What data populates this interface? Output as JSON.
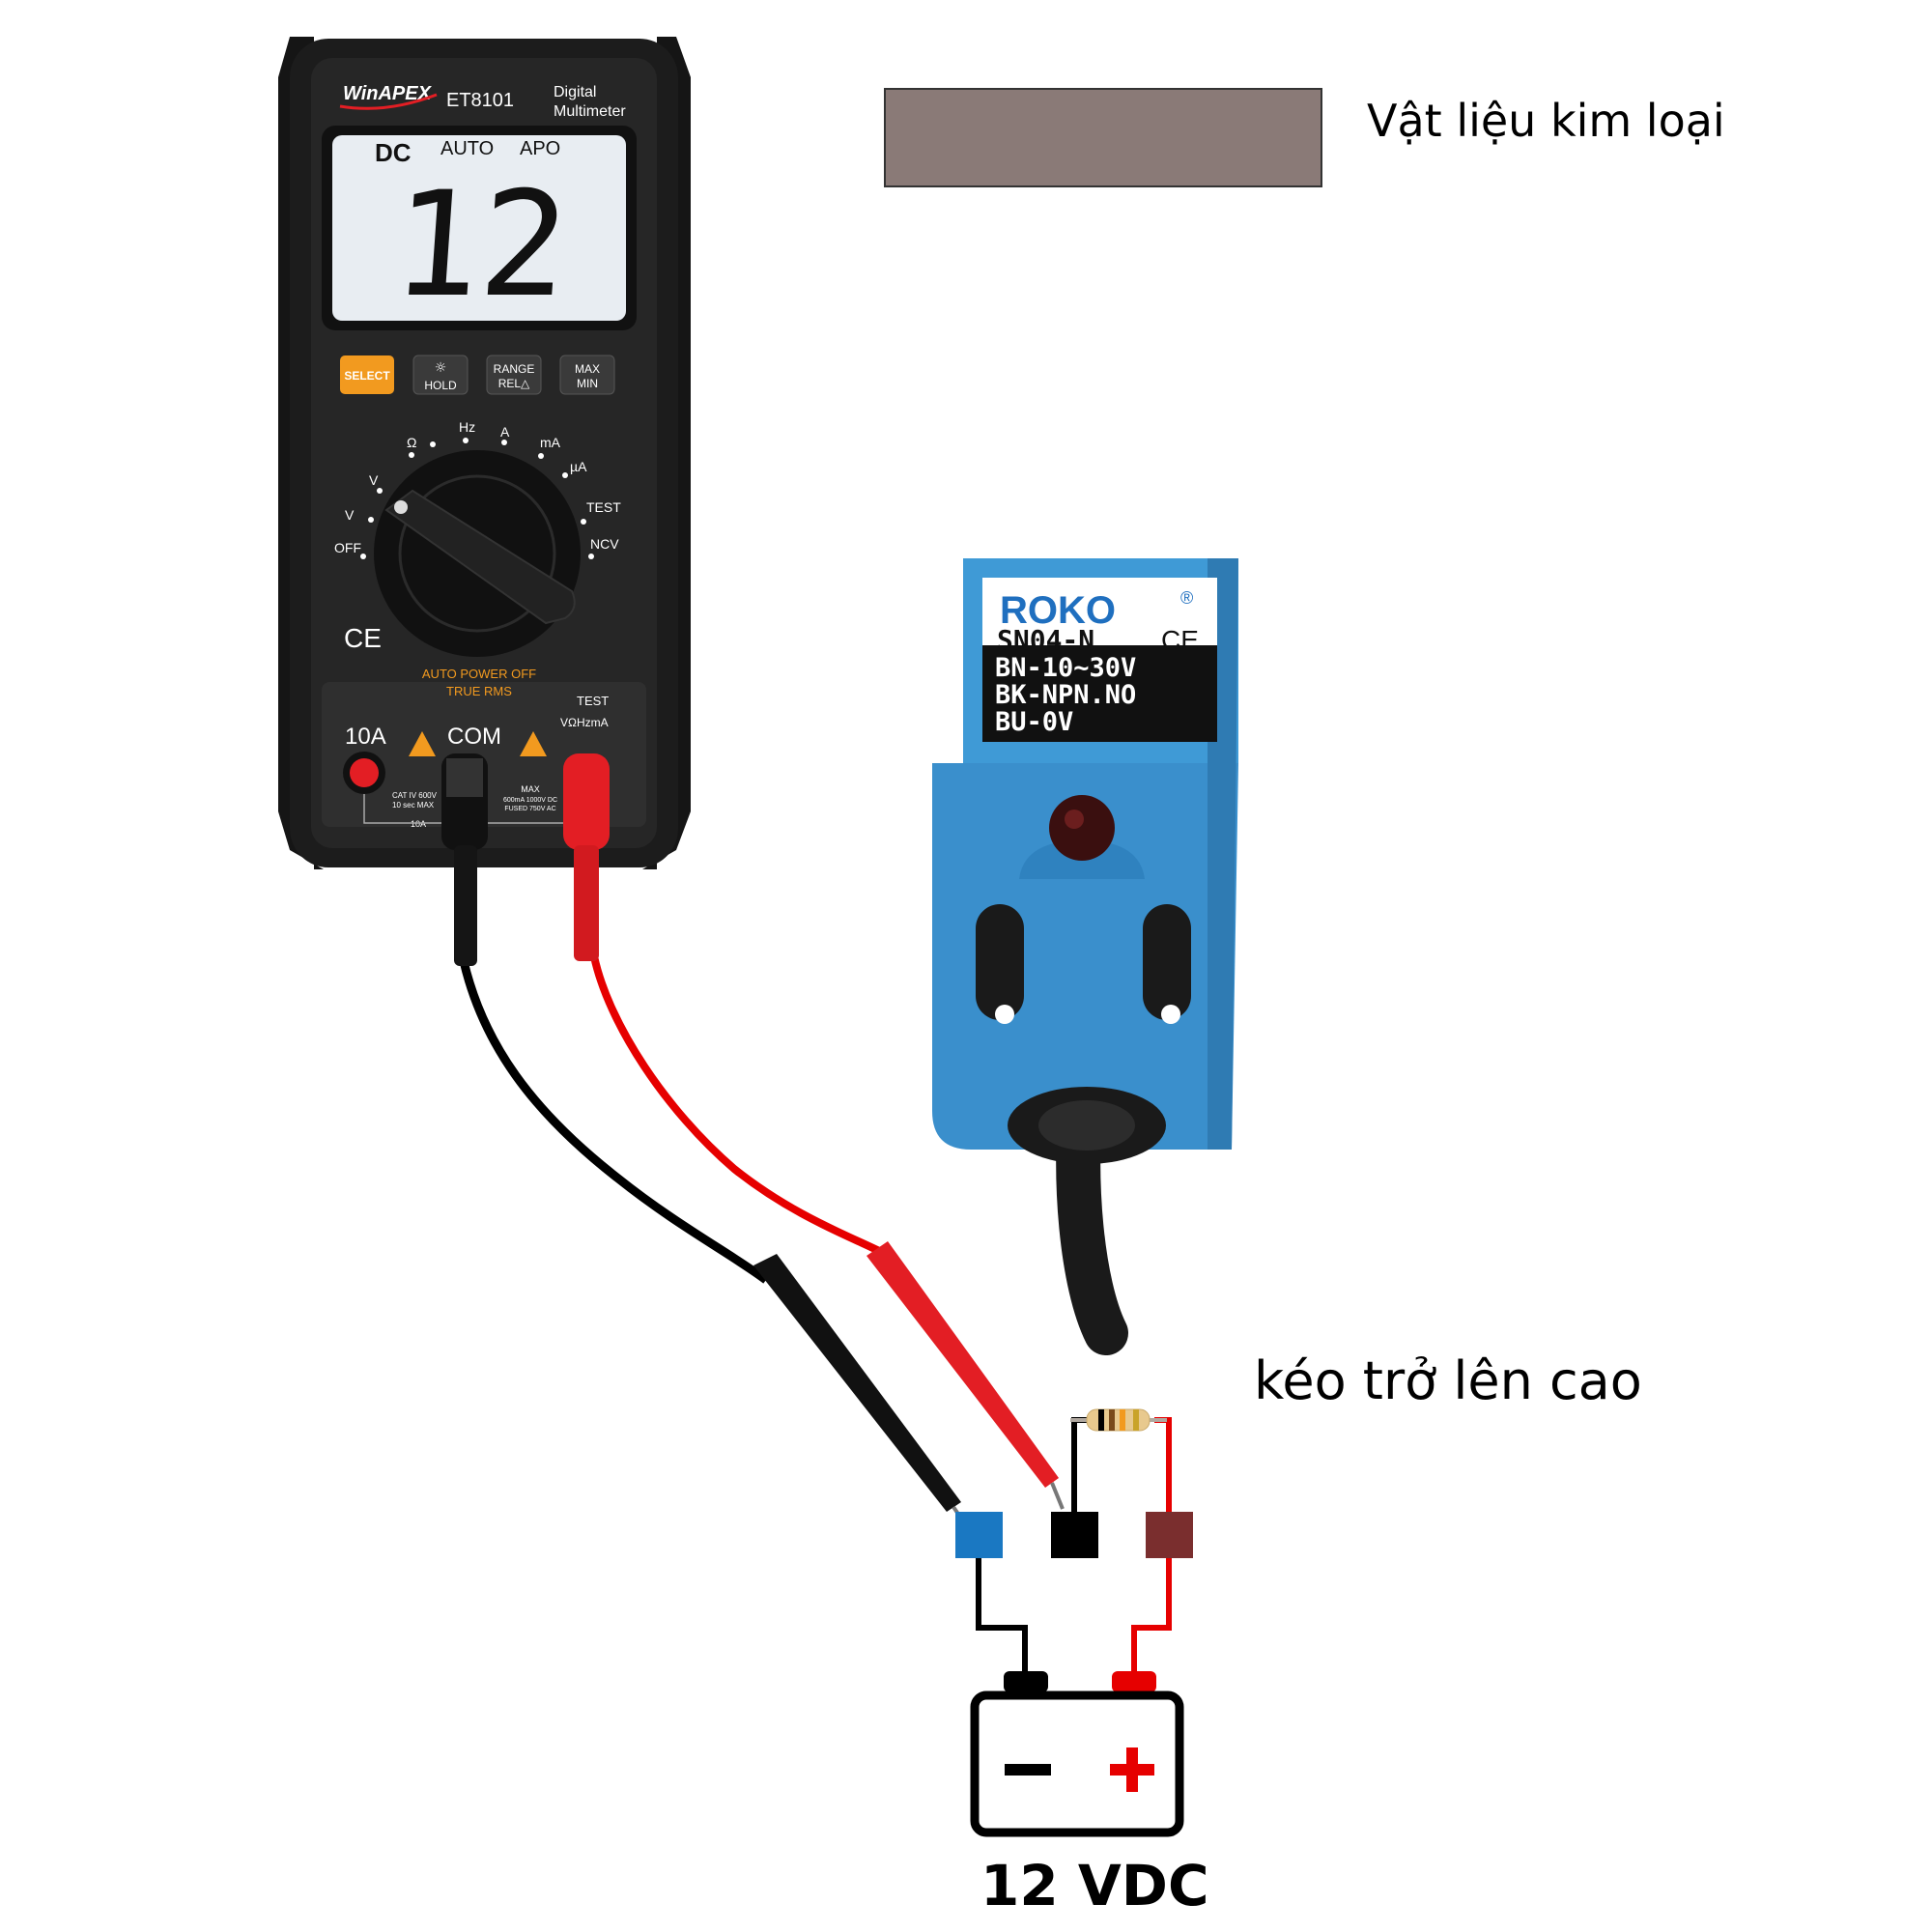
{
  "labels": {
    "material": "Vật liệu kim loại",
    "pullup": "kéo trở lên cao",
    "supply": "12 VDC"
  },
  "multimeter": {
    "brand": "WinAPEX",
    "model": "ET8101",
    "title_line1": "Digital",
    "title_line2": "Multimeter",
    "mode": "DC",
    "auto": "AUTO",
    "apo": "APO",
    "reading": "12",
    "btn_select": "SELECT",
    "btn_hold": "HOLD",
    "btn_range": "RANGE",
    "btn_rel": "REL△",
    "btn_max": "MAX",
    "btn_min": "MIN",
    "dial_hz": "Hz",
    "dial_a": "A",
    "dial_ma": "mA",
    "dial_ua": "µA",
    "dial_ohm": "Ω",
    "dial_v_dc": "V",
    "dial_v_ac": "V",
    "dial_off": "OFF",
    "dial_test": "TEST",
    "dial_ncv": "NCV",
    "ce": "CE",
    "auto_power_off": "AUTO POWER OFF",
    "true_rms": "TRUE RMS",
    "port_10a": "10A",
    "port_com": "COM",
    "port_test": "TEST",
    "port_v": "VΩHzmA",
    "cat_line1": "CAT IV 600V",
    "cat_line2": "10 sec MAX",
    "max_line1": "MAX",
    "max_line2": "600mA 1000V DC",
    "max_line3": "FUSED 750V AC",
    "port_10a_small": "10A"
  },
  "sensor": {
    "brand": "ROKO",
    "registered": "®",
    "model": "SN04-N",
    "ce": "CE",
    "line1": "BN-10~30V",
    "line2": "BK-NPN.NO",
    "line3": "BU-0V"
  },
  "battery": {
    "minus": "−",
    "plus": "+"
  },
  "colors": {
    "metal_plate": "#8a7a77",
    "sensor_blue": "#3f9ad6",
    "wire_red": "#e60000",
    "wire_black": "#000000",
    "terminal_blue": "#1a78c2",
    "terminal_brown": "#7a2e2e",
    "select_orange": "#f29a1f",
    "lcd": "#e8edf2"
  }
}
